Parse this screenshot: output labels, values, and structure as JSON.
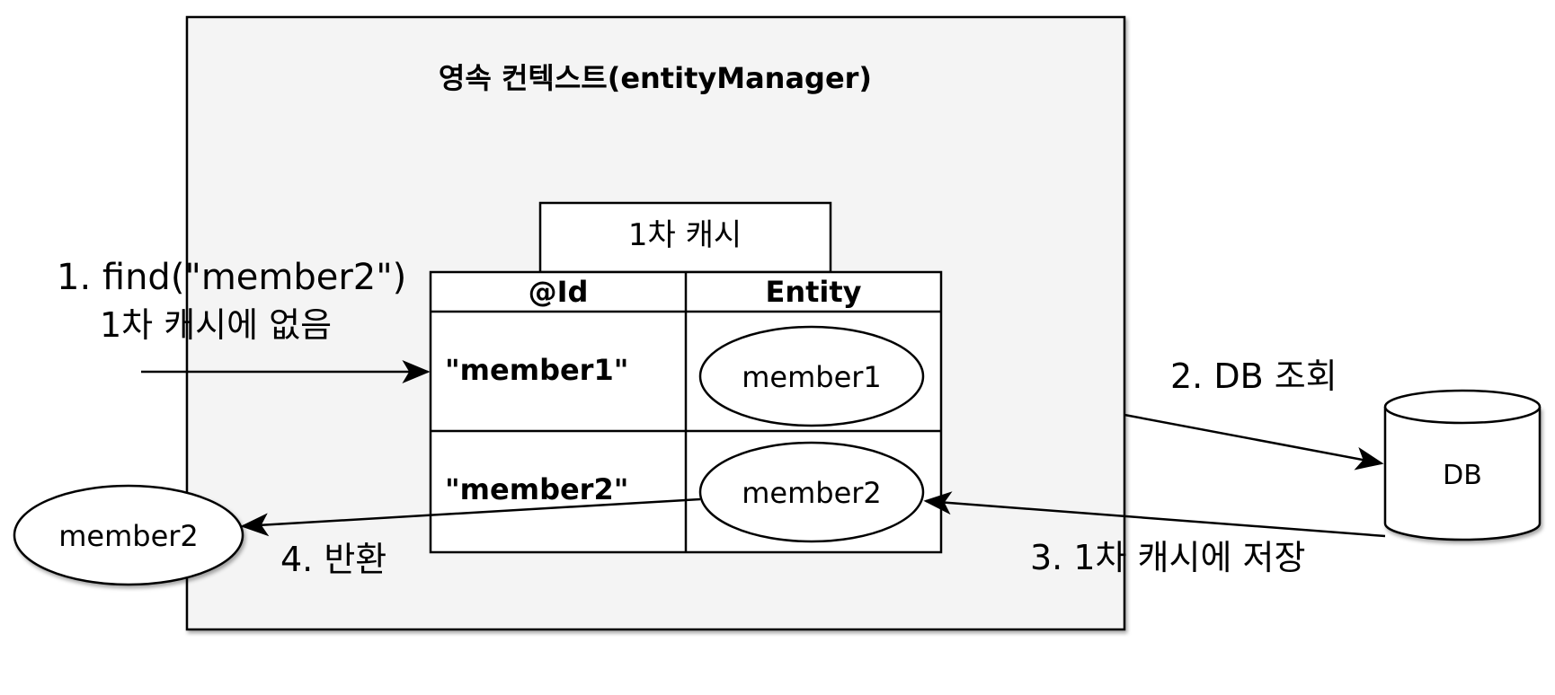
{
  "context": {
    "title": "영속 컨텍스트(entityManager)"
  },
  "cache": {
    "label": "1차 캐시",
    "headers": {
      "id": "@Id",
      "entity": "Entity"
    },
    "rows": [
      {
        "id": "\"member1\"",
        "entity": "member1"
      },
      {
        "id": "\"member2\"",
        "entity": "member2"
      }
    ]
  },
  "steps": {
    "find_line1": "1. find(\"member2\")",
    "find_line2": "1차 캐시에 없음",
    "db_lookup": "2. DB 조회",
    "store": "3. 1차 캐시에 저장",
    "return": "4. 반환"
  },
  "db": {
    "label": "DB"
  },
  "result": {
    "label": "member2"
  }
}
